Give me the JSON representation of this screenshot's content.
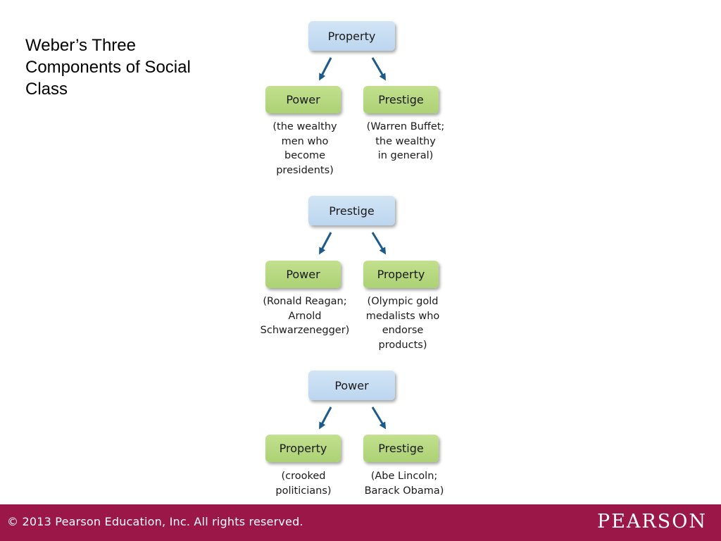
{
  "title": {
    "line1": "Weber’s Three",
    "line2": "Components of Social",
    "line3": "Class"
  },
  "diagrams": [
    {
      "top": "Property",
      "left": {
        "label": "Power",
        "caption": "(the wealthy\nmen who\nbecome\npresidents)"
      },
      "right": {
        "label": "Prestige",
        "caption": "(Warren Buffet;\nthe wealthy\nin general)"
      }
    },
    {
      "top": "Prestige",
      "left": {
        "label": "Power",
        "caption": "(Ronald Reagan;\nArnold\nSchwarzenegger)"
      },
      "right": {
        "label": "Property",
        "caption": "(Olympic gold\nmedalists who\nendorse\nproducts)"
      }
    },
    {
      "top": "Power",
      "left": {
        "label": "Property",
        "caption": "(crooked\npoliticians)"
      },
      "right": {
        "label": "Prestige",
        "caption": "(Abe Lincoln;\nBarack Obama)"
      }
    }
  ],
  "footer": {
    "copyright": "© 2013  Pearson Education, Inc. All rights reserved.",
    "logo": "PEARSON"
  },
  "colors": {
    "top_node": "#c4dbf1",
    "child_node": "#b5d77f",
    "arrow": "#1d5a8c",
    "footer_bar": "#9a1748"
  }
}
